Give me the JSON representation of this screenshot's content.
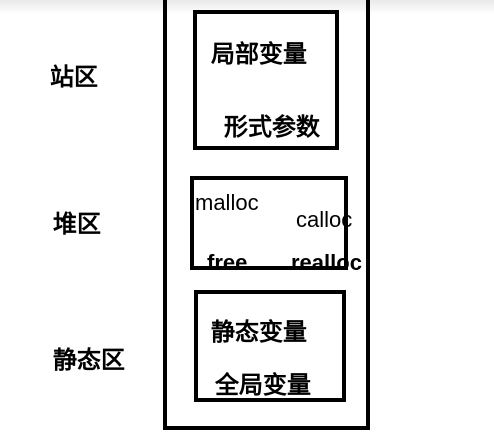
{
  "regions": {
    "stack": {
      "label": "站区",
      "items": [
        "局部变量",
        "形式参数"
      ]
    },
    "heap": {
      "label": "堆区",
      "items": [
        "malloc",
        "calloc",
        "free",
        "realloc"
      ]
    },
    "static": {
      "label": "静态区",
      "items": [
        "静态变量",
        "全局变量"
      ]
    }
  }
}
